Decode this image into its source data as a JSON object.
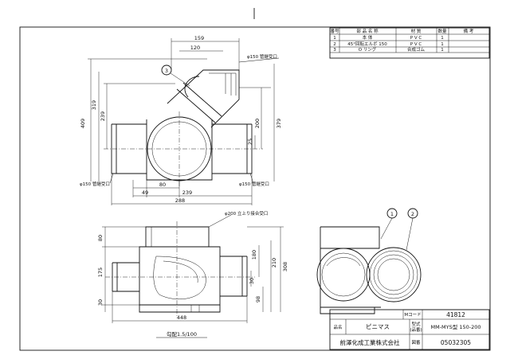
{
  "parts_table": {
    "headers": [
      "番号",
      "部 品 名 称",
      "材 質",
      "数量",
      "備 考"
    ],
    "rows": [
      {
        "no": "1",
        "name": "本 体",
        "material": "P V C",
        "qty": "1",
        "note": ""
      },
      {
        "no": "2",
        "name": "45°回転エルボ 150",
        "material": "P V C",
        "qty": "1",
        "note": ""
      },
      {
        "no": "3",
        "name": "O リング",
        "material": "合成ゴム",
        "qty": "1",
        "note": ""
      }
    ]
  },
  "top_view": {
    "dims": {
      "w159": "159",
      "w120": "120",
      "h409": "409",
      "h319": "319",
      "h239": "239",
      "h379": "379",
      "h200": "200",
      "h25": "25",
      "w49": "49",
      "w80": "80",
      "w239": "239",
      "w288": "288"
    },
    "labels": {
      "top_right": "φ150 管継受口",
      "bottom_left": "φ150 管継受口",
      "bottom_right": "φ150 管継受口"
    },
    "callout": "3"
  },
  "front_view": {
    "dims": {
      "h80": "80",
      "h175": "175",
      "h30": "30",
      "h180": "180",
      "h210": "210",
      "h308": "308",
      "h30b": "30",
      "h98": "98",
      "w448": "448"
    },
    "label_top": "φ200 立上り接合受口",
    "slope": "勾配1.5/100"
  },
  "side_view": {
    "callouts": [
      "1",
      "2"
    ]
  },
  "title_block": {
    "mcode_label": "Mコード",
    "mcode_value": "41812",
    "name_label": "品名",
    "name_value": "ピニマス",
    "model_label_1": "型式",
    "model_label_2": "(品番)",
    "model_value": "MM-MYS型 150-200",
    "company": "前澤化成工業株式会社",
    "drawing_label": "図番",
    "drawing_value": "05032305"
  }
}
